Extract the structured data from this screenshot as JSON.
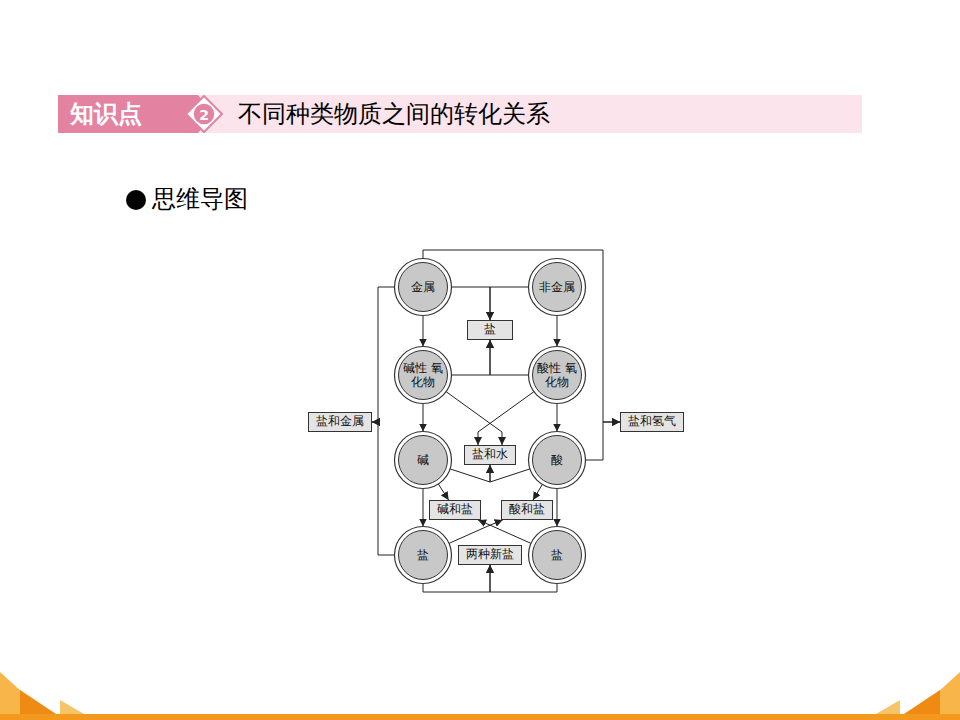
{
  "diagram": {
    "title": "不同种类物质之间的转化关系",
    "nodes": [
      {
        "text": [
          "金属"
        ]
      },
      {
        "text": [
          "非金属"
        ]
      },
      {
        "text": [
          "盐"
        ]
      },
      {
        "text": [
          "碱性 氧化物"
        ]
      },
      {
        "text": [
          "酸性 氧化物"
        ]
      },
      {
        "text": [
          "盐和金属"
        ]
      },
      {
        "text": [
          "碱"
        ]
      },
      {
        "text": [
          "盐和水"
        ]
      },
      {
        "text": [
          "酸"
        ]
      },
      {
        "text": [
          "盐和氢气"
        ]
      },
      {
        "text": [
          "碱和盐"
        ]
      },
      {
        "text": [
          "酸和盐"
        ]
      },
      {
        "text": [
          "盐"
        ]
      },
      {
        "text": [
          "两种新盐"
        ]
      },
      {
        "text": [
          "盐"
        ]
      }
    ],
    "edges": [
      {
        "from": 0,
        "to": 2,
        "arrow": "to"
      },
      {
        "from": 1,
        "to": 2,
        "arrow": "to"
      },
      {
        "from": 0,
        "to": 3,
        "arrow": "to"
      },
      {
        "from": 1,
        "to": 4,
        "arrow": "to"
      },
      {
        "from": 3,
        "to": 2,
        "arrow": "to"
      },
      {
        "from": 4,
        "to": 2,
        "arrow": "to"
      },
      {
        "from": 0,
        "to": 5,
        "arrow": "to"
      },
      {
        "from": 12,
        "to": 5,
        "arrow": "to"
      },
      {
        "from": 0,
        "to": 9,
        "arrow": "to"
      },
      {
        "from": 8,
        "to": 9,
        "arrow": "to"
      },
      {
        "from": 3,
        "to": 6,
        "arrow": "to"
      },
      {
        "from": 4,
        "to": 8,
        "arrow": "to"
      },
      {
        "from": 3,
        "to": 7,
        "arrow": "to"
      },
      {
        "from": 4,
        "to": 7,
        "arrow": "to"
      },
      {
        "from": 6,
        "to": 7,
        "arrow": "to"
      },
      {
        "from": 8,
        "to": 7,
        "arrow": "to"
      },
      {
        "from": 6,
        "to": 12,
        "arrow": "to"
      },
      {
        "from": 8,
        "to": 14,
        "arrow": "to"
      },
      {
        "from": 6,
        "to": 10,
        "arrow": "to"
      },
      {
        "from": 14,
        "to": 10,
        "arrow": "to"
      },
      {
        "from": 8,
        "to": 11,
        "arrow": "to"
      },
      {
        "from": 12,
        "to": 11,
        "arrow": "to"
      },
      {
        "from": 12,
        "to": 13,
        "arrow": "to"
      },
      {
        "from": 14,
        "to": 13,
        "arrow": "to"
      }
    ],
    "labels": [
      "知识点",
      "2",
      "思维导图"
    ]
  }
}
